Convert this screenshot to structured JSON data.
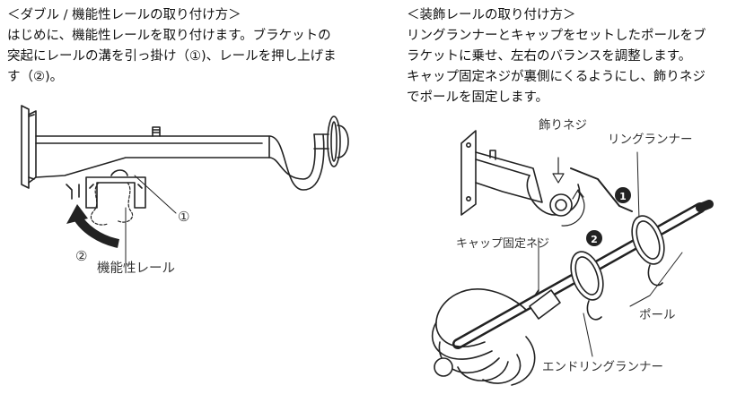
{
  "left": {
    "heading": "＜ダブル / 機能性レールの取り付け方＞",
    "lines": [
      "はじめに、機能性レールを取り付けます。ブラケットの",
      "突起にレールの溝を引っ掛け（①)、レールを押し上げま",
      "す（②)。"
    ],
    "figure": {
      "marker1": "①",
      "marker2": "②",
      "rail_label": "機能性レール"
    }
  },
  "right": {
    "heading": "＜装飾レールの取り付け方＞",
    "lines": [
      "リングランナーとキャップをセットしたポールをブ",
      "ラケットに乗せ、左右のバランスを調整します。",
      "キャップ固定ネジが裏側にくるようにし、飾りネジ",
      "でポールを固定します。"
    ],
    "figure": {
      "screw_label": "飾りネジ",
      "ring_runner_label": "リングランナー",
      "cap_screw_label": "キャップ固定ネジ",
      "step1": "❶",
      "step2": "❷",
      "pole_label": "ポール",
      "end_ring_label": "エンドリングランナー"
    }
  }
}
